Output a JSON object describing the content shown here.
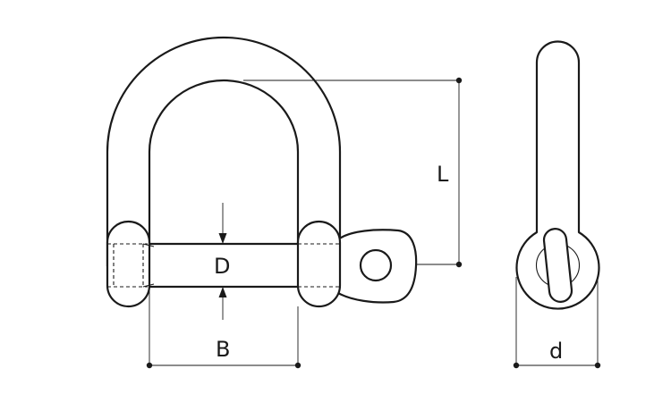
{
  "figure": {
    "labels": {
      "L": "L",
      "D": "D",
      "B": "B",
      "d": "d"
    }
  },
  "colors": {
    "line": "#1a1a1a",
    "background": "#ffffff"
  }
}
